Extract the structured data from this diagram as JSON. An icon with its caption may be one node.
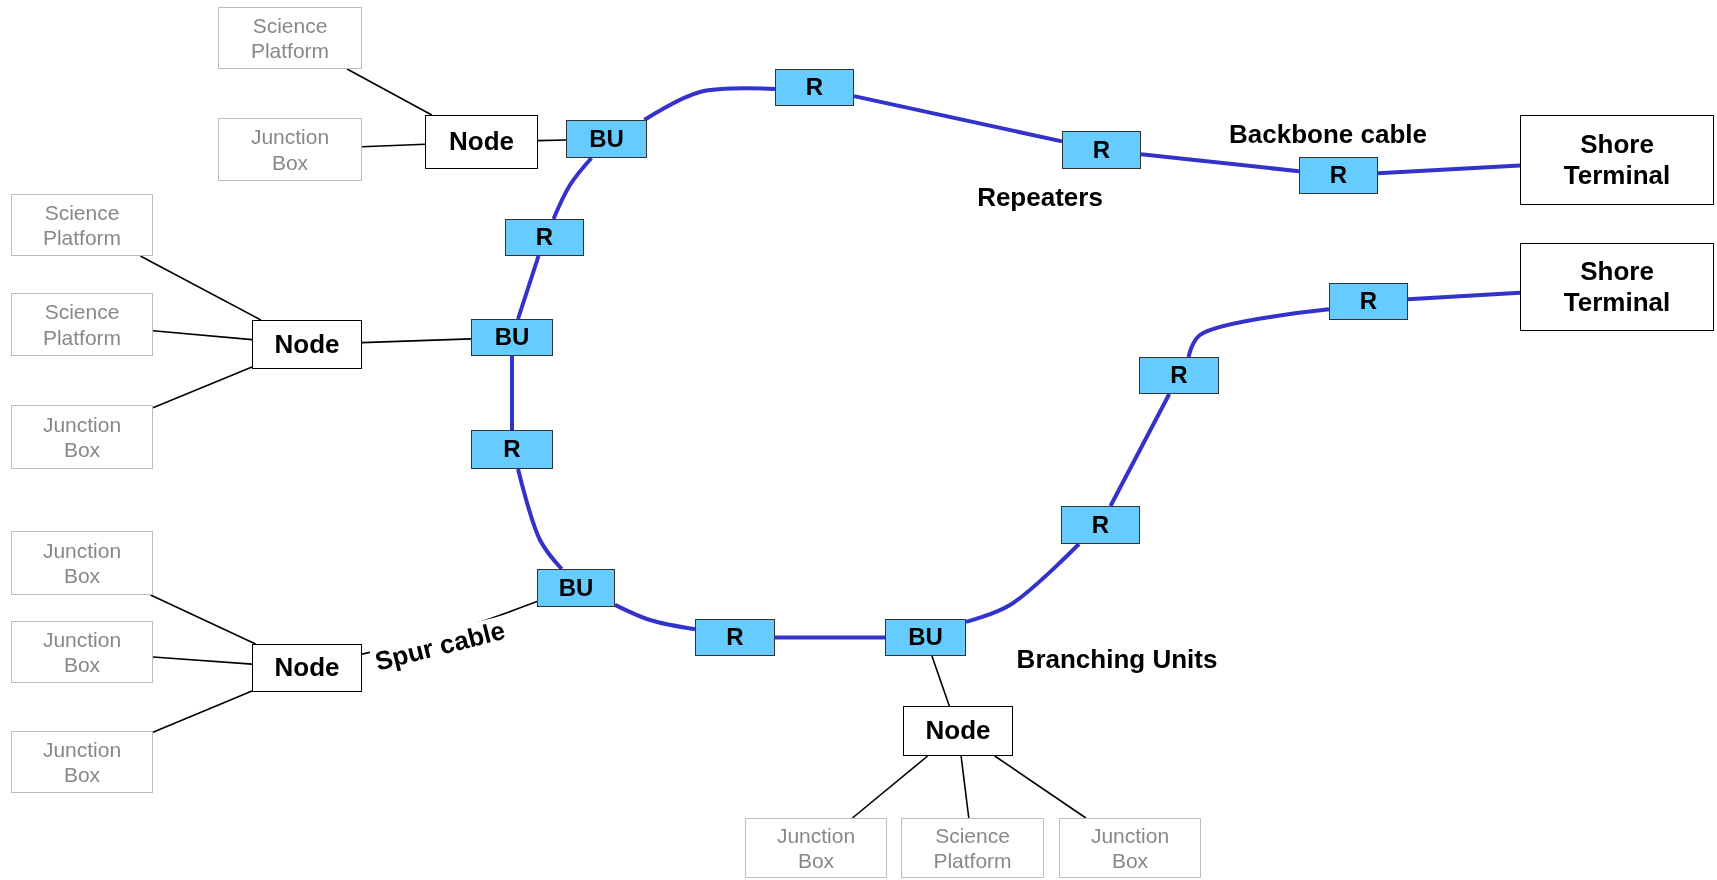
{
  "diagram": {
    "nodes": [
      {
        "text": [
          "Science Platform"
        ]
      },
      {
        "text": [
          "Junction Box"
        ]
      },
      {
        "text": [
          "Node"
        ]
      },
      {
        "text": [
          "BU"
        ]
      },
      {
        "text": [
          "R"
        ]
      },
      {
        "text": [
          "R"
        ]
      },
      {
        "text": [
          "R"
        ]
      },
      {
        "text": [
          "Shore Terminal"
        ]
      },
      {
        "text": [
          "Science Platform"
        ]
      },
      {
        "text": [
          "R"
        ]
      },
      {
        "text": [
          "Shore Terminal"
        ]
      },
      {
        "text": [
          "R"
        ]
      },
      {
        "text": [
          "Science Platform"
        ]
      },
      {
        "text": [
          "Node"
        ]
      },
      {
        "text": [
          "BU"
        ]
      },
      {
        "text": [
          "R"
        ]
      },
      {
        "text": [
          "Junction Box"
        ]
      },
      {
        "text": [
          "R"
        ]
      },
      {
        "text": [
          "R"
        ]
      },
      {
        "text": [
          "Junction Box"
        ]
      },
      {
        "text": [
          "BU"
        ]
      },
      {
        "text": [
          "Junction Box"
        ]
      },
      {
        "text": [
          "R"
        ]
      },
      {
        "text": [
          "BU"
        ]
      },
      {
        "text": [
          "Node"
        ]
      },
      {
        "text": [
          "Junction Box"
        ]
      },
      {
        "text": [
          "Node"
        ]
      },
      {
        "text": [
          "Junction Box"
        ]
      },
      {
        "text": [
          "Science Platform"
        ]
      },
      {
        "text": [
          "Junction Box"
        ]
      }
    ],
    "edges": [
      {
        "from": 3,
        "to": 4,
        "arrow": "none",
        "color": "#3333cc"
      },
      {
        "from": 4,
        "to": 5,
        "arrow": "none",
        "color": "#3333cc"
      },
      {
        "from": 5,
        "to": 6,
        "arrow": "none",
        "color": "#3333cc"
      },
      {
        "from": 6,
        "to": 7,
        "arrow": "none",
        "color": "#3333cc"
      },
      {
        "from": 3,
        "to": 9,
        "arrow": "none",
        "color": "#3333cc"
      },
      {
        "from": 9,
        "to": 14,
        "arrow": "none",
        "color": "#3333cc"
      },
      {
        "from": 14,
        "to": 17,
        "arrow": "none",
        "color": "#3333cc"
      },
      {
        "from": 17,
        "to": 20,
        "arrow": "none",
        "color": "#3333cc"
      },
      {
        "from": 20,
        "to": 22,
        "arrow": "none",
        "color": "#3333cc"
      },
      {
        "from": 22,
        "to": 23,
        "arrow": "none",
        "color": "#3333cc"
      },
      {
        "from": 23,
        "to": 18,
        "arrow": "none",
        "color": "#3333cc"
      },
      {
        "from": 18,
        "to": 15,
        "arrow": "none",
        "color": "#3333cc"
      },
      {
        "from": 15,
        "to": 11,
        "arrow": "none",
        "color": "#3333cc"
      },
      {
        "from": 11,
        "to": 10,
        "arrow": "none",
        "color": "#3333cc"
      },
      {
        "from": 2,
        "to": 3,
        "arrow": "none"
      },
      {
        "from": 13,
        "to": 14,
        "arrow": "none"
      },
      {
        "from": 24,
        "to": 20,
        "arrow": "none",
        "label": "Spur cable"
      },
      {
        "from": 26,
        "to": 23,
        "arrow": "none"
      },
      {
        "from": 0,
        "to": 2,
        "arrow": "none"
      },
      {
        "from": 1,
        "to": 2,
        "arrow": "none"
      },
      {
        "from": 8,
        "to": 13,
        "arrow": "none"
      },
      {
        "from": 12,
        "to": 13,
        "arrow": "none"
      },
      {
        "from": 16,
        "to": 13,
        "arrow": "none"
      },
      {
        "from": 19,
        "to": 24,
        "arrow": "none"
      },
      {
        "from": 21,
        "to": 24,
        "arrow": "none"
      },
      {
        "from": 25,
        "to": 24,
        "arrow": "none"
      },
      {
        "from": 26,
        "to": 27,
        "arrow": "none"
      },
      {
        "from": 26,
        "to": 28,
        "arrow": "none"
      },
      {
        "from": 26,
        "to": 29,
        "arrow": "none"
      }
    ],
    "labels": [
      "Backbone cable",
      "Repeaters",
      "Branching Units"
    ]
  }
}
